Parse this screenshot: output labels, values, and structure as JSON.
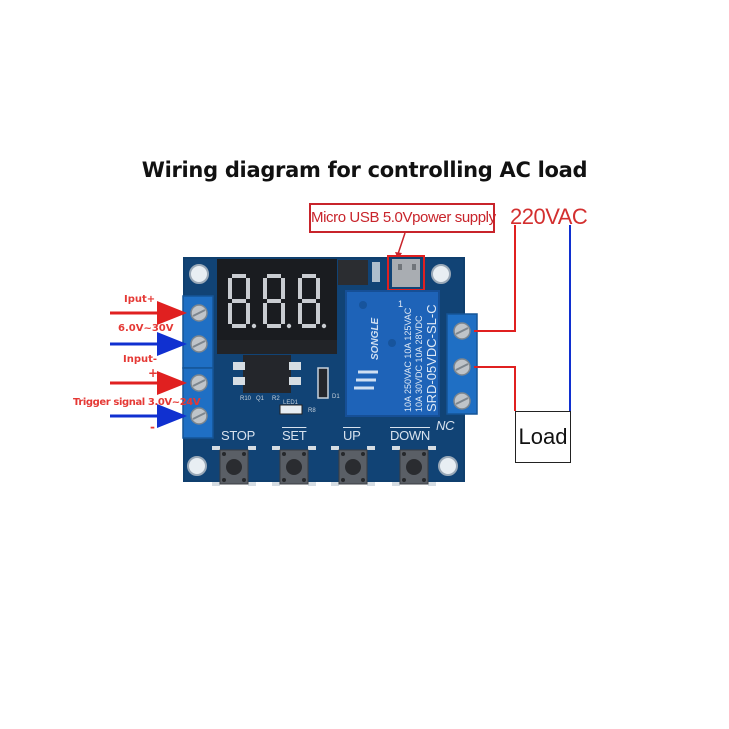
{
  "title": "Wiring diagram for controlling AC load",
  "usb_callout": "Micro USB 5.0Vpower supply",
  "ac_source_label": "220VAC",
  "load_label": "Load",
  "input_labels": {
    "power_positive": "Iput+",
    "power_range": "6.0V~30V",
    "power_negative": "Input-",
    "trigger_positive": "+",
    "trigger_range": "Trigger signal 3.0V~24V",
    "trigger_negative": "-"
  },
  "board": {
    "display_digits": "8.8.8.",
    "buttons": [
      {
        "label": "STOP"
      },
      {
        "label": "SET"
      },
      {
        "label": "UP"
      },
      {
        "label": "DOWN"
      }
    ],
    "relay_terminal_label": "NC",
    "silkscreen": [
      "R10",
      "Q1",
      "R2",
      "LED1",
      "R8",
      "D1"
    ],
    "relay": {
      "brand": "SONGLE",
      "model": "SRD-05VDC-SL-C",
      "ratings": [
        "10A 250VAC 10A 125VAC",
        "10A 30VDC 10A 28VDC"
      ],
      "pin_mark": "1"
    }
  },
  "colors": {
    "positive_wire": "#e02020",
    "negative_wire": "#1030d0",
    "pcb": "#0f3f6e",
    "terminal": "#1f6fc4",
    "callout": "#c8242b"
  }
}
